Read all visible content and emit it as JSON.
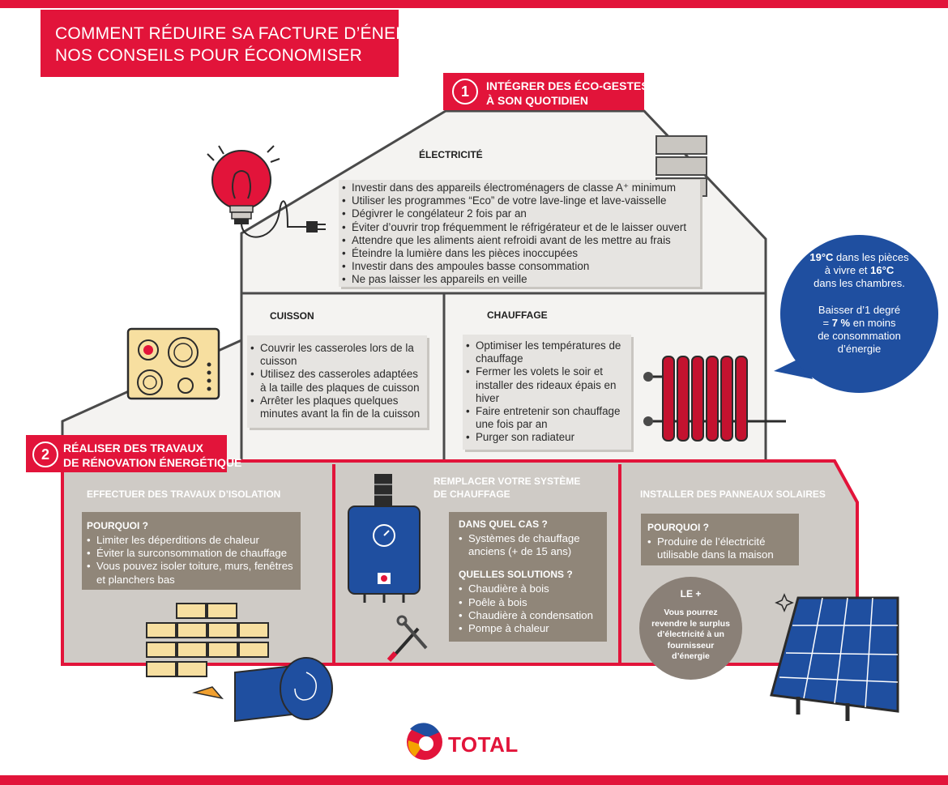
{
  "title": {
    "line1": "COMMENT RÉDUIRE SA FACTURE D’ÉNERGIE ?",
    "line2": "NOS CONSEILS POUR ÉCONOMISER"
  },
  "step1": {
    "number": "1",
    "line1": "INTÉGRER DES ÉCO-GESTES",
    "line2": "À SON QUOTIDIEN"
  },
  "step2": {
    "number": "2",
    "line1": "RÉALISER DES TRAVAUX",
    "line2": "DE RÉNOVATION ÉNERGÉTIQUE"
  },
  "electricite": {
    "heading": "ÉLECTRICITÉ",
    "tips": [
      "Investir dans des appareils électroménagers de classe A⁺ minimum",
      "Utiliser les programmes “Eco” de votre lave-linge et lave-vaisselle",
      "Dégivrer le congélateur 2 fois par an",
      "Éviter d’ouvrir trop fréquemment le réfrigérateur et de le laisser ouvert",
      "Attendre que les aliments aient refroidi avant de les mettre au frais",
      "Éteindre la lumière dans les pièces inoccupées",
      "Investir dans des ampoules basse consommation",
      "Ne pas laisser les appareils en veille"
    ]
  },
  "cuisson": {
    "heading": "CUISSON",
    "tips": [
      "Couvrir les casseroles lors de la cuisson",
      "Utilisez des casseroles adaptées à la taille des plaques de cuisson",
      "Arrêter les plaques quelques minutes avant la fin de la cuisson"
    ]
  },
  "chauffage": {
    "heading": "CHAUFFAGE",
    "tips": [
      "Optimiser les températures de chauffage",
      "Fermer les volets le soir et installer des rideaux épais en hiver",
      "Faire entretenir son chauffage une fois par an",
      "Purger son radiateur"
    ]
  },
  "bubble": {
    "temp1": "19°C",
    "t1": " dans les pièces",
    "t2": "à vivre et ",
    "temp2": "16°C",
    "t3": "dans les chambres.",
    "t4": "Baisser d’1 degré",
    "t5": "= ",
    "pct": "7 %",
    "t6": " en moins",
    "t7": "de consommation",
    "t8": "d’énergie"
  },
  "isolation": {
    "heading": "EFFECTUER DES TRAVAUX D’ISOLATION",
    "pourquoi_label": "POURQUOI ?",
    "items": [
      "Limiter les déperditions de chaleur",
      "Éviter la surconsommation de chauffage",
      "Vous pouvez isoler toiture, murs, fenêtres et planchers bas"
    ]
  },
  "remplacer": {
    "heading_line1": "REMPLACER VOTRE SYSTÈME",
    "heading_line2": "DE CHAUFFAGE",
    "cas_label": "DANS QUEL CAS ?",
    "cas_items": [
      "Systèmes de chauffage anciens (+ de 15 ans)"
    ],
    "solutions_label": "QUELLES SOLUTIONS ?",
    "solutions_items": [
      "Chaudière à bois",
      "Poêle à bois",
      "Chaudière à condensation",
      "Pompe à chaleur"
    ]
  },
  "solaire": {
    "heading": "INSTALLER DES PANNEAUX SOLAIRES",
    "pourquoi_label": "POURQUOI ?",
    "items": [
      "Produire de l’électricité utilisable dans la maison"
    ],
    "le_plus_title": "LE +",
    "le_plus_text": "Vous pourrez revendre le surplus d’électricité à un fournisseur d’énergie"
  },
  "brand": {
    "name": "TOTAL"
  },
  "colors": {
    "accent": "#e2143a",
    "blue": "#1f4fa0",
    "taupe": "#908679",
    "panel": "#e6e4e1"
  }
}
